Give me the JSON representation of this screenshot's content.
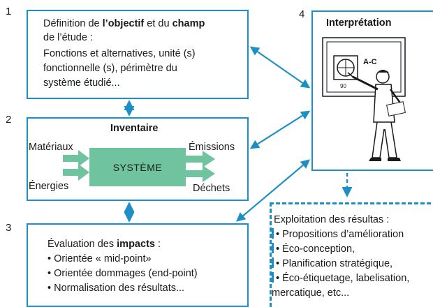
{
  "steps": {
    "s1": {
      "number": "1",
      "line1_pre": "Définition de ",
      "line1_bold1": "l’objectif",
      "line1_mid": " et du ",
      "line1_bold2": "champ",
      "line2": "de l’étude :",
      "line3": "Fonctions et alternatives, unité (s)",
      "line4": "fonctionnelle (s), périmètre du",
      "line5": "système étudié..."
    },
    "s2": {
      "number": "2",
      "title": "Inventaire",
      "input1": "Matériaux",
      "input2": "Énergies",
      "system": "SYSTÈME",
      "output1": "Émissions",
      "output2": "Déchets"
    },
    "s3": {
      "number": "3",
      "line1_pre": "Évaluation des ",
      "line1_bold": "impacts",
      "line1_post": " :",
      "items": [
        "• Orientée « mid-point»",
        "• Orientée dommages (end-point)",
        "• Normalisation des résultats..."
      ]
    },
    "s4": {
      "number": "4",
      "title": "Interprétation",
      "board_text": "A-C",
      "board_small": "90"
    }
  },
  "exploitation": {
    "title": "Exploitation des résultas :",
    "items": [
      "• Propositions d’amélioration",
      "• Éco-conception,",
      "• Planification stratégique,",
      "• Éco-étiquetage, labelisation,",
      "mercatique, etc..."
    ]
  },
  "colors": {
    "accent": "#1e8fc4",
    "system": "#6fc39f"
  }
}
